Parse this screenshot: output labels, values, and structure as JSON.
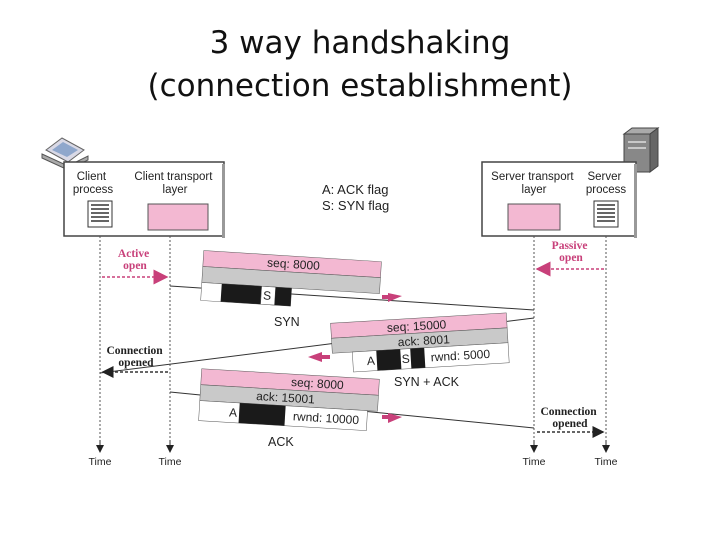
{
  "slide": {
    "title_line1": "3 way handshaking",
    "title_line2": "(connection establishment)"
  },
  "legend": {
    "ack_flag": "A: ACK flag",
    "syn_flag": "S: SYN flag"
  },
  "client": {
    "process_label": [
      "Client",
      "process"
    ],
    "transport_label": [
      "Client transport",
      "layer"
    ]
  },
  "server": {
    "transport_label": [
      "Server transport",
      "layer"
    ],
    "process_label": [
      "Server",
      "process"
    ]
  },
  "events": {
    "active_open": [
      "Active",
      "open"
    ],
    "passive_open": [
      "Passive",
      "open"
    ],
    "client_connection_opened": [
      "Connection",
      "opened"
    ],
    "server_connection_opened": [
      "Connection",
      "opened"
    ]
  },
  "segments": {
    "syn": {
      "seq": "seq: 8000",
      "flag": "S",
      "name": "SYN"
    },
    "syn_ack": {
      "seq": "seq: 15000",
      "ack": "ack: 8001",
      "flag_a": "A",
      "flag_s": "S",
      "rwnd": "rwnd: 5000",
      "name": "SYN + ACK"
    },
    "ack": {
      "seq": "seq: 8000",
      "ack": "ack: 15001",
      "flag_a": "A",
      "rwnd": "rwnd: 10000",
      "name": "ACK"
    }
  },
  "timeline": {
    "time_label": "Time"
  },
  "colors": {
    "pink": "#f3b8d2",
    "gray": "#c9c9c9",
    "black": "#1a1a1a",
    "arrow": "#c8407a",
    "dashed": "#c8407a"
  }
}
